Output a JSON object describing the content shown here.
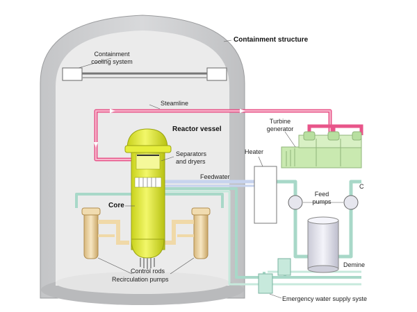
{
  "labels": {
    "containment_structure": "Containment structure",
    "containment_cooling_system": "Containment\ncooling system",
    "steamline": "Steamline",
    "reactor_vessel": "Reactor vessel",
    "turbine_generator": "Turbine\ngenerator",
    "heater": "Heater",
    "separators_and_dryers": "Separators\nand dryers",
    "feedwater": "Feedwater",
    "feed_pumps": "Feed\npumps",
    "core": "Core",
    "control_rods": "Control rods",
    "recirculation_pumps": "Recirculation pumps",
    "demineralizer": "Demine",
    "emergency_water_supply_system": "Emergency water supply syste",
    "condenser_partial": "C"
  },
  "colors": {
    "steam": "#e8558a",
    "water": "#a8d8c8",
    "vessel": "#e6ee3c",
    "turbine": "#c9e9b0",
    "wall": "#cfd0d2",
    "interior": "#ebebeb",
    "pump": "#f0d9a8"
  }
}
